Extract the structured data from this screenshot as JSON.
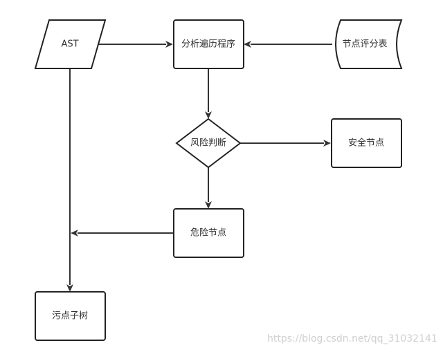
{
  "diagram": {
    "nodes": {
      "ast": "AST",
      "analyze": "分析遍历程序",
      "score_table": "节点评分表",
      "risk_check": "风险判断",
      "safe_node": "安全节点",
      "risk_node": "危险节点",
      "taint_subtree": "污点子树"
    }
  },
  "watermark": "https://blog.csdn.net/qq_31032141"
}
